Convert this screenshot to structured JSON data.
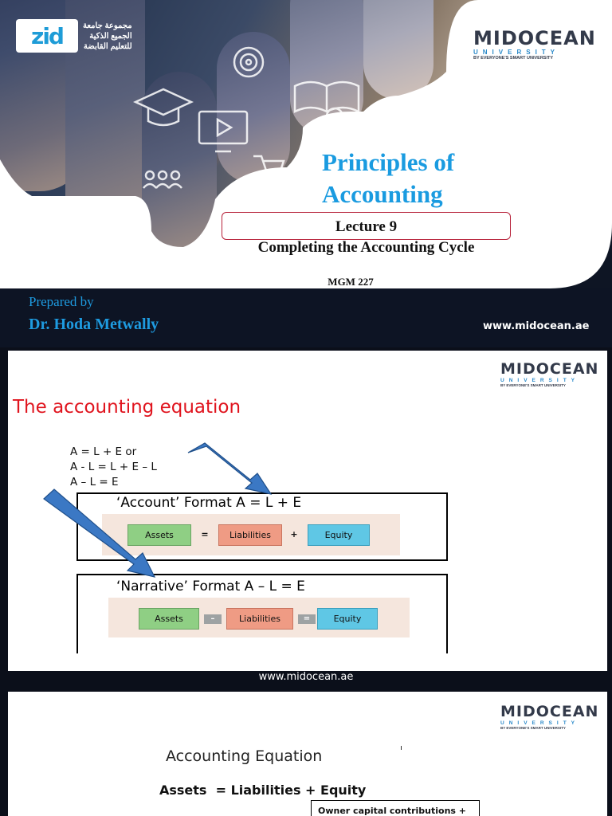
{
  "slide1": {
    "logo_left_mark": "zid",
    "logo_left_arabic": [
      "مجموعة جامعة",
      "الجميع الذكية",
      "للتعليم القابضة"
    ],
    "university_logo": {
      "word": "MIDOCEAN",
      "sub": "UNIVERSITY",
      "tagline": "BY EVERYONE'S SMART UNIVERSITY"
    },
    "title": "Principles of Accounting",
    "lecture": "Lecture 9",
    "subtitle": "Completing the Accounting Cycle",
    "course_code": "MGM 227",
    "prepared_by": "Prepared by",
    "presenter": "Dr. Hoda Metwally",
    "website": "www.midocean.ae"
  },
  "slide2": {
    "heading": "The accounting equation",
    "equation_lines": [
      "A = L + E  or",
      "A - L = L + E – L",
      "A – L = E"
    ],
    "account_format": {
      "title": "‘Account’ Format  A = L + E",
      "items": [
        "Assets",
        "Liabilities",
        "Equity"
      ],
      "operators": [
        "=",
        "+"
      ]
    },
    "narrative_format": {
      "title": "‘Narrative’ Format A – L = E",
      "items": [
        "Assets",
        "Liabilities",
        "Equity"
      ],
      "operators": [
        "–",
        "="
      ]
    },
    "website": "www.midocean.ae",
    "colors": {
      "assets": "#8fcf84",
      "liabilities": "#ef9b84",
      "equity": "#5fc7e5",
      "arrow": "#3b78c4",
      "heading": "#e0141e"
    }
  },
  "slide3": {
    "heading": "Accounting Equation",
    "equation": "Assets  = Liabilities + Equity",
    "box_text": "Owner capital contributions +"
  }
}
